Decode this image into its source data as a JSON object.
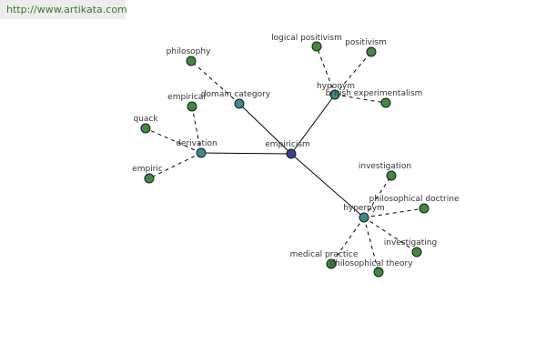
{
  "site": {
    "url": "http://www.artikata.com"
  },
  "colors": {
    "center": "#3d3d99",
    "relation": "#3d8a8a",
    "leaf": "#3f8a3f",
    "node_stroke": "#1a1a1a",
    "edge": "#000000",
    "url_text": "#3c7a2a"
  },
  "graph": {
    "center": {
      "id": "empiricism",
      "label": "empiricism"
    },
    "relations": [
      {
        "id": "domain_category",
        "label": "domain category",
        "leaves": [
          {
            "id": "philosophy",
            "label": "philosophy"
          }
        ]
      },
      {
        "id": "hyponym",
        "label": "hyponym",
        "leaves": [
          {
            "id": "logical_positivism",
            "label": "logical positivism"
          },
          {
            "id": "positivism",
            "label": "positivism"
          },
          {
            "id": "british_experimentalism",
            "label": "british experimentalism"
          }
        ]
      },
      {
        "id": "derivation",
        "label": "derivation",
        "leaves": [
          {
            "id": "empirical",
            "label": "empirical"
          },
          {
            "id": "quack",
            "label": "quack"
          },
          {
            "id": "empiric",
            "label": "empiric"
          }
        ]
      },
      {
        "id": "hypernym",
        "label": "hypernym",
        "leaves": [
          {
            "id": "investigation",
            "label": "investigation"
          },
          {
            "id": "philosophical_doctrine",
            "label": "philosophical doctrine"
          },
          {
            "id": "investigating",
            "label": "investigating"
          },
          {
            "id": "philosophical_theory",
            "label": "philosophical theory"
          },
          {
            "id": "medical_practice",
            "label": "medical practice"
          }
        ]
      }
    ]
  }
}
